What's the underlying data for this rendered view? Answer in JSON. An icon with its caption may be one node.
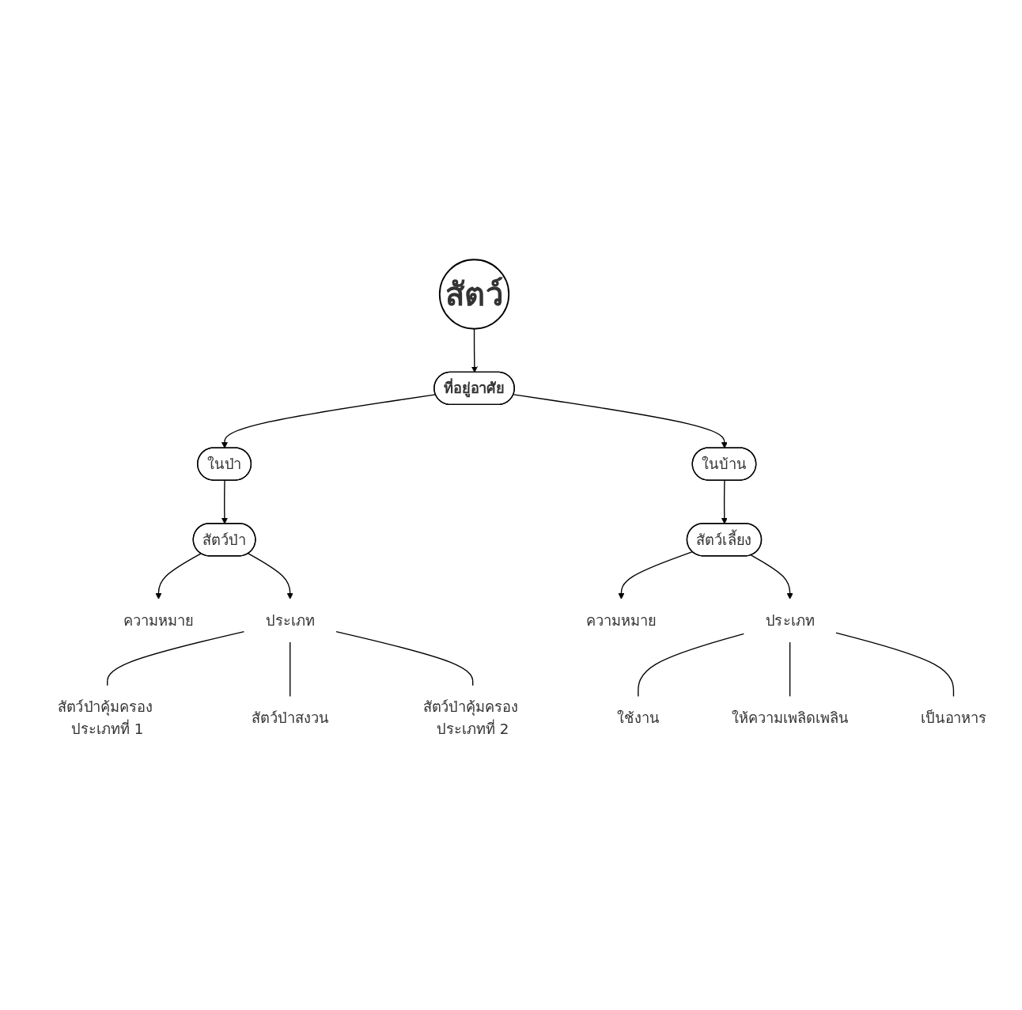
{
  "diagram": {
    "nodes": [
      {
        "text": [
          "สัตว์"
        ]
      },
      {
        "text": [
          "ที่อยู่อาศัย"
        ]
      },
      {
        "text": [
          "ในป่า"
        ]
      },
      {
        "text": [
          "ในบ้าน"
        ]
      },
      {
        "text": [
          "ความหมาย"
        ]
      },
      {
        "text": [
          "สัตว์ป่า"
        ]
      },
      {
        "text": [
          "สัตว์เลี้ยง"
        ]
      },
      {
        "text": [
          "ความหมาย"
        ]
      },
      {
        "text": [
          "ประเภท"
        ]
      },
      {
        "text": [
          "ประเภท"
        ]
      },
      {
        "text": [
          "สัตว์ป่าคุ้มครอง ประเภทที่ 1"
        ]
      },
      {
        "text": [
          "สัตว์ป่าคุ้มครอง ประเภทที่ 2"
        ]
      },
      {
        "text": [
          "ใช้งาน"
        ]
      },
      {
        "text": [
          "เป็นอาหาร"
        ]
      },
      {
        "text": [
          "สัตว์ป่าสงวน"
        ]
      },
      {
        "text": [
          "ให้ความเพลิดเพลิน"
        ]
      }
    ],
    "edges": [
      {
        "from": 0,
        "to": 1,
        "arrow": "to"
      },
      {
        "from": 1,
        "to": 2,
        "arrow": "to"
      },
      {
        "from": 1,
        "to": 3,
        "arrow": "to"
      },
      {
        "from": 2,
        "to": 5,
        "arrow": "to"
      },
      {
        "from": 3,
        "to": 6,
        "arrow": "to"
      },
      {
        "from": 5,
        "to": 4,
        "arrow": "to"
      },
      {
        "from": 6,
        "to": 7,
        "arrow": "to"
      },
      {
        "from": 5,
        "to": 8,
        "arrow": "to"
      },
      {
        "from": 6,
        "to": 9,
        "arrow": "to"
      },
      {
        "from": 8,
        "to": 10,
        "arrow": "none"
      },
      {
        "from": 8,
        "to": 14,
        "arrow": "none"
      },
      {
        "from": 8,
        "to": 11,
        "arrow": "none"
      },
      {
        "from": 9,
        "to": 12,
        "arrow": "none"
      },
      {
        "from": 9,
        "to": 15,
        "arrow": "none"
      },
      {
        "from": 9,
        "to": 13,
        "arrow": "none"
      }
    ]
  }
}
